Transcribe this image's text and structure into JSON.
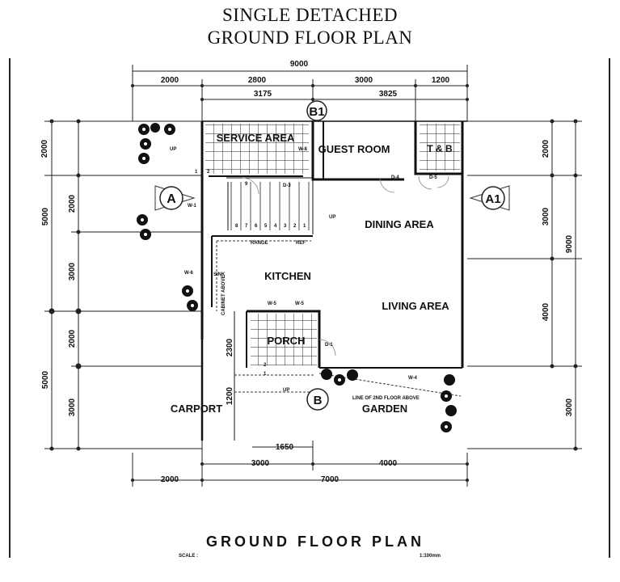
{
  "title": {
    "line1": "SINGLE DETACHED",
    "line2": "GROUND FLOOR PLAN"
  },
  "dimensions": {
    "top_total": "9000",
    "top_row1": [
      "2000",
      "2800",
      "3000",
      "1200"
    ],
    "top_row2": [
      "3175",
      "3825"
    ],
    "left_outer": [
      "5000",
      "5000"
    ],
    "left_inner": [
      "2000",
      "2000",
      "3000",
      "2000",
      "3000"
    ],
    "right_outer": "9000",
    "right_inner": [
      "2000",
      "3000",
      "4000",
      "3000"
    ],
    "inner_porch_height": "2300",
    "inner_carport_height": "1200",
    "bottom_inner": "1650",
    "bottom_row1": [
      "3000",
      "4000"
    ],
    "bottom_row2": [
      "2000",
      "7000"
    ]
  },
  "rooms": {
    "service_area": "SERVICE AREA",
    "guest_room": "GUEST ROOM",
    "toilet_bath": "T & B",
    "dining_area": "DINING AREA",
    "kitchen": "KITCHEN",
    "living_area": "LIVING AREA",
    "porch": "PORCH",
    "carport": "CARPORT",
    "garden": "GARDEN"
  },
  "section_markers": {
    "a": "A",
    "a1": "A1",
    "b": "B",
    "b1": "B1"
  },
  "labels": {
    "w8_service": "W-8",
    "w1": "W-1",
    "w6": "W-6",
    "w5a": "W-5",
    "w5b": "W-5",
    "w4": "W-4",
    "d3": "D-3",
    "d4": "D-4",
    "d5": "D-5",
    "d1": "D-1",
    "up_garden": "UP",
    "up_stairs": "UP",
    "up_carport": "UP",
    "range": "RANGE",
    "ref": "REF",
    "sink": "SINK",
    "cabinet": "CABINET ABOVE",
    "second_floor": "LINE OF 2ND FLOOR ABOVE",
    "step_1": "1",
    "step_2": "2",
    "step_9": "9",
    "porch_step_1": "1",
    "porch_step_2": "2",
    "stair_numbers": [
      "8",
      "7",
      "6",
      "5",
      "4",
      "3",
      "2",
      "1"
    ]
  },
  "caption": {
    "title": "GROUND FLOOR  PLAN",
    "scale_label": "SCALE :",
    "scale_value": "1:100mm"
  }
}
